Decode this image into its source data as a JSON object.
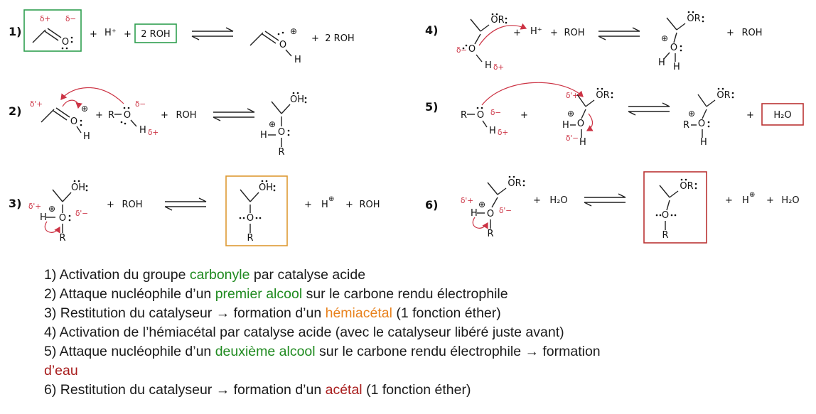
{
  "colors": {
    "black": "#1a1a1a",
    "green": "#1f8a1f",
    "orange": "#e8821e",
    "darkred": "#a81c1c",
    "red": "#cc3344",
    "green_box": "#2e9e4f",
    "orange_box": "#dd9933",
    "red_box": "#bb3333"
  },
  "labels": {
    "plus": "+",
    "h_plus": "H⁺",
    "oplus": "⊕",
    "two_roh": "2 ROH",
    "roh": "ROH",
    "h2o": "H₂O",
    "O": "O",
    "H": "H",
    "R": "R",
    "OH": "OH",
    "OR": "OR",
    "delta_plus": "δ+",
    "delta_minus": "δ−",
    "delta_prime_plus": "δ'+",
    "delta_prime_minus": "δ'−"
  },
  "steps": {
    "s1": {
      "num": "1)"
    },
    "s2": {
      "num": "2)"
    },
    "s3": {
      "num": "3)"
    },
    "s4": {
      "num": "4)"
    },
    "s5": {
      "num": "5)"
    },
    "s6": {
      "num": "6)"
    }
  },
  "explanations": [
    {
      "segments": [
        {
          "text": "1) Activation du groupe ",
          "color": "black"
        },
        {
          "text": "carbonyle",
          "color": "green"
        },
        {
          "text": " par catalyse acide",
          "color": "black"
        }
      ]
    },
    {
      "segments": [
        {
          "text": "2) Attaque nucléophile d’un ",
          "color": "black"
        },
        {
          "text": "premier alcool",
          "color": "green"
        },
        {
          "text": " sur le carbone rendu électrophile",
          "color": "black"
        }
      ]
    },
    {
      "segments": [
        {
          "text": "3) Restitution du catalyseur → formation d’un ",
          "color": "black"
        },
        {
          "text": "hémiacétal",
          "color": "orange"
        },
        {
          "text": " (1 fonction éther)",
          "color": "black"
        }
      ]
    },
    {
      "segments": [
        {
          "text": "4) Activation de l’hémiacétal par catalyse acide (avec le catalyseur libéré juste avant)",
          "color": "black"
        }
      ]
    },
    {
      "segments": [
        {
          "text": "5) Attaque nucléophile d’un ",
          "color": "black"
        },
        {
          "text": "deuxième alcool",
          "color": "green"
        },
        {
          "text": " sur le carbone rendu électrophile → formation",
          "color": "black"
        },
        {
          "text": "d’eau",
          "color": "darkred"
        }
      ]
    },
    {
      "segments": [
        {
          "text": "6) Restitution du catalyseur → formation d’un ",
          "color": "black"
        },
        {
          "text": "acétal",
          "color": "darkred"
        },
        {
          "text": " (1 fonction éther)",
          "color": "black"
        }
      ]
    }
  ]
}
